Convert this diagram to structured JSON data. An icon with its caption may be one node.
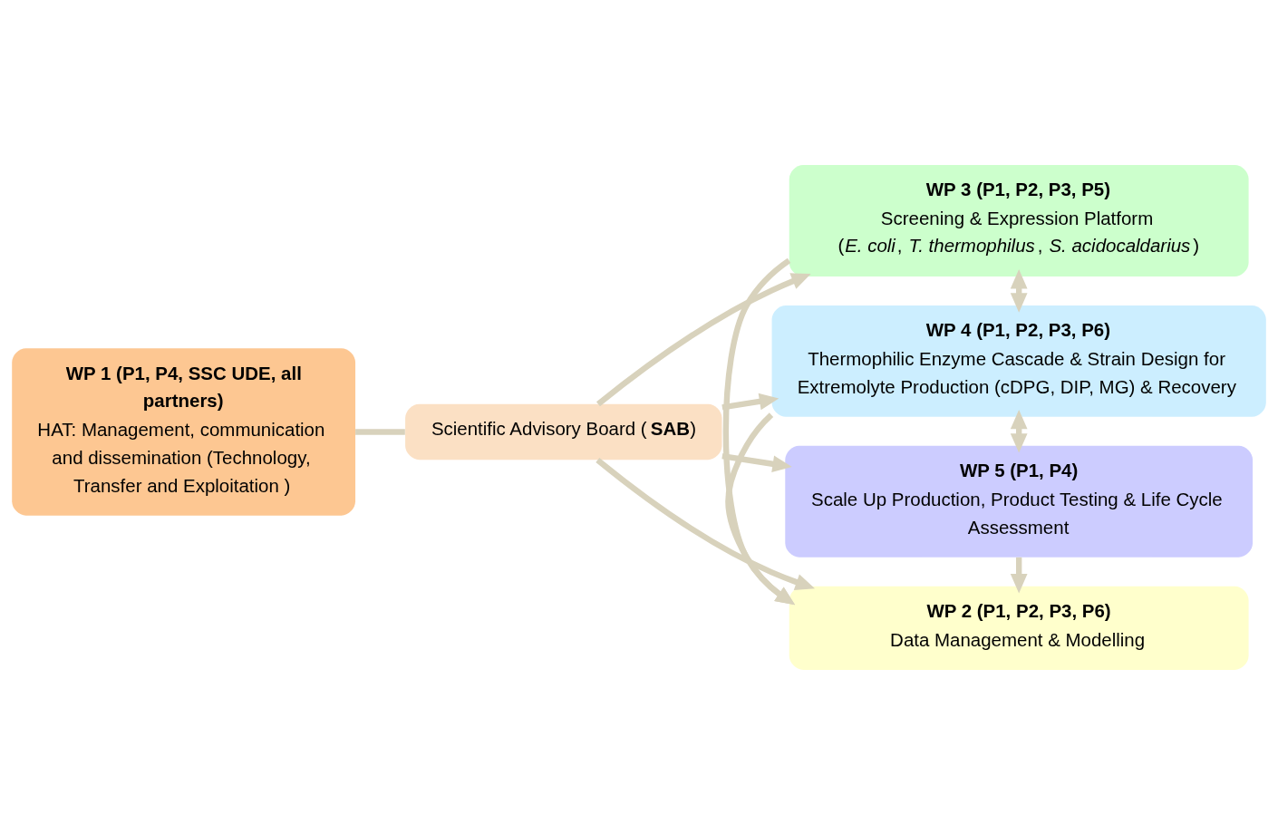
{
  "diagram": {
    "nodes": [
      {
        "text": [
          "WP 1 (P1, P4, SSC UDE, all partners)",
          "HAT: Management, communication and dissemination (Technology, Transfer and Exploitation )"
        ]
      },
      {
        "text": [
          "Scientific Advisory Board (**SAB**)"
        ]
      },
      {
        "text": [
          "WP 2 (P1, P2, P3, P6)",
          "Data Management & Modelling"
        ]
      },
      {
        "text": [
          "WP 3 (P1, P2, P3, P5)",
          "Screening & Expression Platform",
          "(*E. coli*, *T. thermophilus*, *S. acidocaldarius*)"
        ]
      },
      {
        "text": [
          "WP 4 (P1, P2, P3, P6)",
          "Thermophilic Enzyme Cascade & Strain Design for Extremolyte Production (cDPG, DIP, MG) & Recovery"
        ]
      },
      {
        "text": [
          "WP 5 (P1, P4)",
          "Scale Up Production, Product Testing & Life Cycle Assessment"
        ]
      }
    ],
    "edges": [
      {
        "from": 0,
        "to": 1,
        "arrow": "none"
      },
      {
        "from": 1,
        "to": 2,
        "arrow": "to"
      },
      {
        "from": 1,
        "to": 3,
        "arrow": "to"
      },
      {
        "from": 1,
        "to": 4,
        "arrow": "to"
      },
      {
        "from": 1,
        "to": 5,
        "arrow": "to"
      },
      {
        "from": 3,
        "to": 4,
        "arrow": "both"
      },
      {
        "from": 4,
        "to": 5,
        "arrow": "both"
      },
      {
        "from": 3,
        "to": 2,
        "arrow": "to"
      },
      {
        "from": 4,
        "to": 2,
        "arrow": "to"
      },
      {
        "from": 5,
        "to": 2,
        "arrow": "to"
      }
    ]
  }
}
